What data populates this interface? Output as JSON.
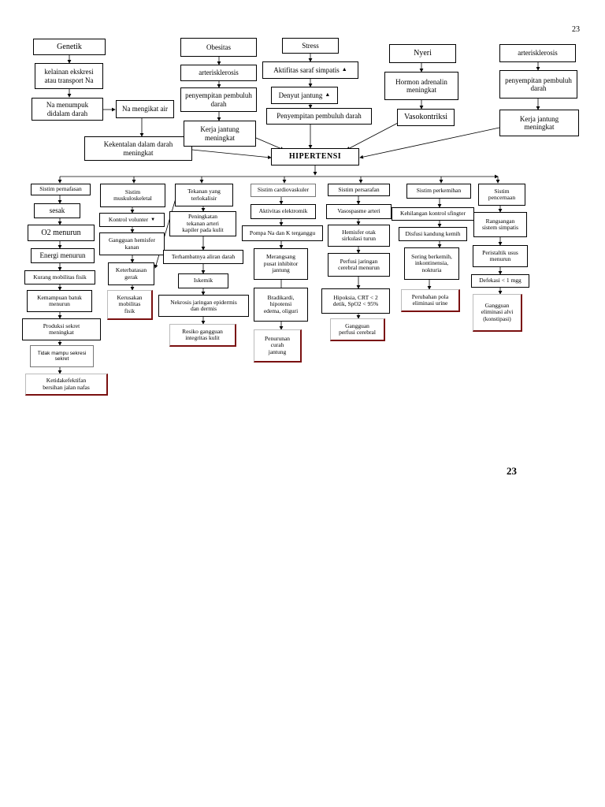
{
  "page_number_top": "23",
  "page_number_bottom": "23",
  "nodes": {
    "genetik": "Genetik",
    "kelainan": "kelainan ekskresi\natau transport Na",
    "na_menumpuk": "Na menumpuk\ndidalam darah",
    "na_mengikat": "Na mengikat air",
    "kekentalan": "Kekentalan dalam darah\nmeningkat",
    "obesitas": "Obesitas",
    "arterisk1": "arterisklerosis",
    "penyempitan1": "penyempitan pembuluh\ndarah",
    "kerja1": "Kerja jantung\nmeningkat",
    "stress": "Stress",
    "aktifitas": "Aktifitas saraf simpatis",
    "denyut": "Denyut jantung",
    "penyempitan2": "Penyempitan pembuluh darah",
    "nyeri": "Nyeri",
    "hormon": "Hormon adrenalin\nmeningkat",
    "vasokontriksi": "Vasokontriksi",
    "arterisk2": "arterisklerosis",
    "penyempitan3": "penyempitan pembuluh\ndarah",
    "kerja2": "Kerja jantung\nmeningkat",
    "hipertensi": "HIPERTENSI",
    "c1_title": "Sistim pernafasan",
    "c1_1": "sesak",
    "c1_2": "O2 menurun",
    "c1_3": "Energi menurun",
    "c1_4": "Kurang mobilitas fisik",
    "c1_5": "Kemampuan batuk\nmenurun",
    "c1_6": "Produksi sekret\nmeningkat",
    "c1_7": "Tidak mampu sekresi\nsekret",
    "c1_dx": "Ketidakefektifan\nbersihan jalan nafas",
    "c2_title": "Sistim\nmuskuloskeletal",
    "c2_1": "Kontrol volunter",
    "c2_2": "Gangguan hemisfer\nkanan",
    "c2_3": "Keterbatasan\ngerak",
    "c2_dx": "Kerusakan\nmobilitas\nfisik",
    "c3_title": "Tekanan yang\nterlokalisir",
    "c3_1": "Peningkatan\ntekanan arteri\nkapiler pada kulit",
    "c3_2": "Terhambatnya aliran darah",
    "c3_3": "Iskemik",
    "c3_4": "Nekrosis jaringan epidermis\ndan dermis",
    "c3_dx": "Resiko gangguan\nintegritas kulit",
    "c4_title": "Sistim cardiovaskuler",
    "c4_1": "Aktivitas elektromik",
    "c4_2": "Pompa Na dan K terganggu",
    "c4_3": "Merangsang\npusat inhibitor\njantung",
    "c4_4": "Bradikardi,\nhipotensi\nedema, oliguri",
    "c4_dx": "Penurunan\ncurah\njantung",
    "c5_title": "Sistim persarafan",
    "c5_1": "Vasospasme arteri",
    "c5_2": "Hemisfer otak\nsirkulasi turun",
    "c5_3": "Perfusi jaringan\ncerebral menurun",
    "c5_4": "Hipoksia, CRT < 2\ndetik, SpO2 < 95%",
    "c5_dx": "Gangguan\nperfusi cerebral",
    "c6_title": "Sistim perkemihan",
    "c6_1": "Kehilangan kontrol sfingter",
    "c6_2": "Disfusi kandung kemih",
    "c6_3": "Sering berkemih,\ninkontinensia,\nnokturia",
    "c6_dx": "Perubahan pola\neliminasi urine",
    "c7_title": "Sistim\npencernaan",
    "c7_1": "Rangsangan\nsistem simpatis",
    "c7_2": "Peristaltik usus\nmenurun",
    "c7_3": "Defekasi < 1 mgg",
    "c7_dx": "Gangguan\neliminasi alvi\n(konstipasi)"
  },
  "up_arrow_glyph": "▲",
  "down_arrow_glyph": "▼"
}
